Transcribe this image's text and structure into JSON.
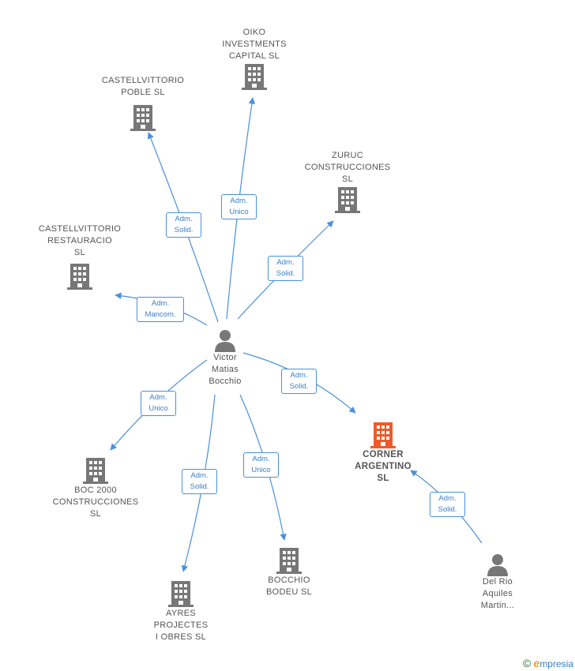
{
  "nodes": {
    "oiko": {
      "label": "OIKO\nINVESTMENTS\nCAPITAL  SL",
      "kind": "company"
    },
    "cpoble": {
      "label": "CASTELLVITTORIO\nPOBLE  SL",
      "kind": "company"
    },
    "zuruc": {
      "label": "ZURUC\nCONSTRUCCIONES\nSL",
      "kind": "company"
    },
    "crest": {
      "label": "CASTELLVITTORIO\nRESTAURACIO\nSL",
      "kind": "company"
    },
    "victor": {
      "label": "Victor\nMatias\nBocchio",
      "kind": "person"
    },
    "boc": {
      "label": "BOC 2000\nCONSTRUCCIONES\nSL",
      "kind": "company"
    },
    "corner": {
      "label": "CORNER\nARGENTINO\nSL",
      "kind": "company-highlight"
    },
    "ayres": {
      "label": "AYRES\nPROJECTES\nI OBRES  SL",
      "kind": "company"
    },
    "bodeu": {
      "label": "BOCCHIO\nBODEU  SL",
      "kind": "company"
    },
    "delrio": {
      "label": "Del Rio\nAquiles\nMartin...",
      "kind": "person"
    }
  },
  "edges": [
    {
      "id": "e-cpoble",
      "label": "Adm.\nSolid."
    },
    {
      "id": "e-oiko",
      "label": "Adm.\nUnico"
    },
    {
      "id": "e-zuruc",
      "label": "Adm.\nSolid."
    },
    {
      "id": "e-crest",
      "label": "Adm.\nMancom."
    },
    {
      "id": "e-corner",
      "label": "Adm.\nSolid."
    },
    {
      "id": "e-boc",
      "label": "Adm.\nUnico"
    },
    {
      "id": "e-ayres",
      "label": "Adm.\nSolid."
    },
    {
      "id": "e-bodeu",
      "label": "Adm.\nUnico"
    },
    {
      "id": "e-delrio",
      "label": "Adm.\nSolid."
    }
  ],
  "colors": {
    "edge": "#4a90d9",
    "company": "#777777",
    "highlight": "#f05a28",
    "person": "#777777"
  },
  "footer": {
    "copyright": "©",
    "brand_e": "e",
    "brand_rest": "mpresia"
  }
}
